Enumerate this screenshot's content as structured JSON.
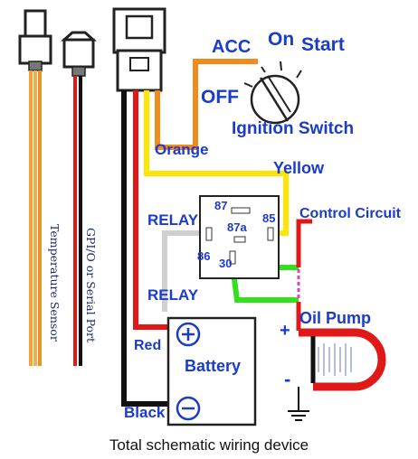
{
  "caption": "Total schematic wiring device",
  "ignition": {
    "positions": [
      "ACC",
      "On",
      "Start",
      "OFF"
    ],
    "title": "Ignition Switch"
  },
  "wires": {
    "orange": "Orange",
    "yellow": "Yellow",
    "red": "Red",
    "black": "Black"
  },
  "relay": {
    "label_top": "RELAY",
    "label_bottom": "RELAY",
    "pins": [
      "87",
      "87a",
      "85",
      "86",
      "30"
    ]
  },
  "control_circuit": "Control Circuit",
  "battery": {
    "label": "Battery",
    "plus": "+",
    "minus": "−"
  },
  "oil_pump": {
    "label": "Oil Pump",
    "plus": "+",
    "minus": "-"
  },
  "connectors": {
    "left": "Temperature Sensor",
    "middle": "GPI/O or Serial Port"
  },
  "colors": {
    "label_blue": "#1a3cc8",
    "orange": "#f08c1e",
    "yellow": "#ffe600",
    "red": "#e01818",
    "green": "#32e01e",
    "black": "#111111",
    "gray": "#cfcfcf",
    "pink": "#e040c8"
  }
}
